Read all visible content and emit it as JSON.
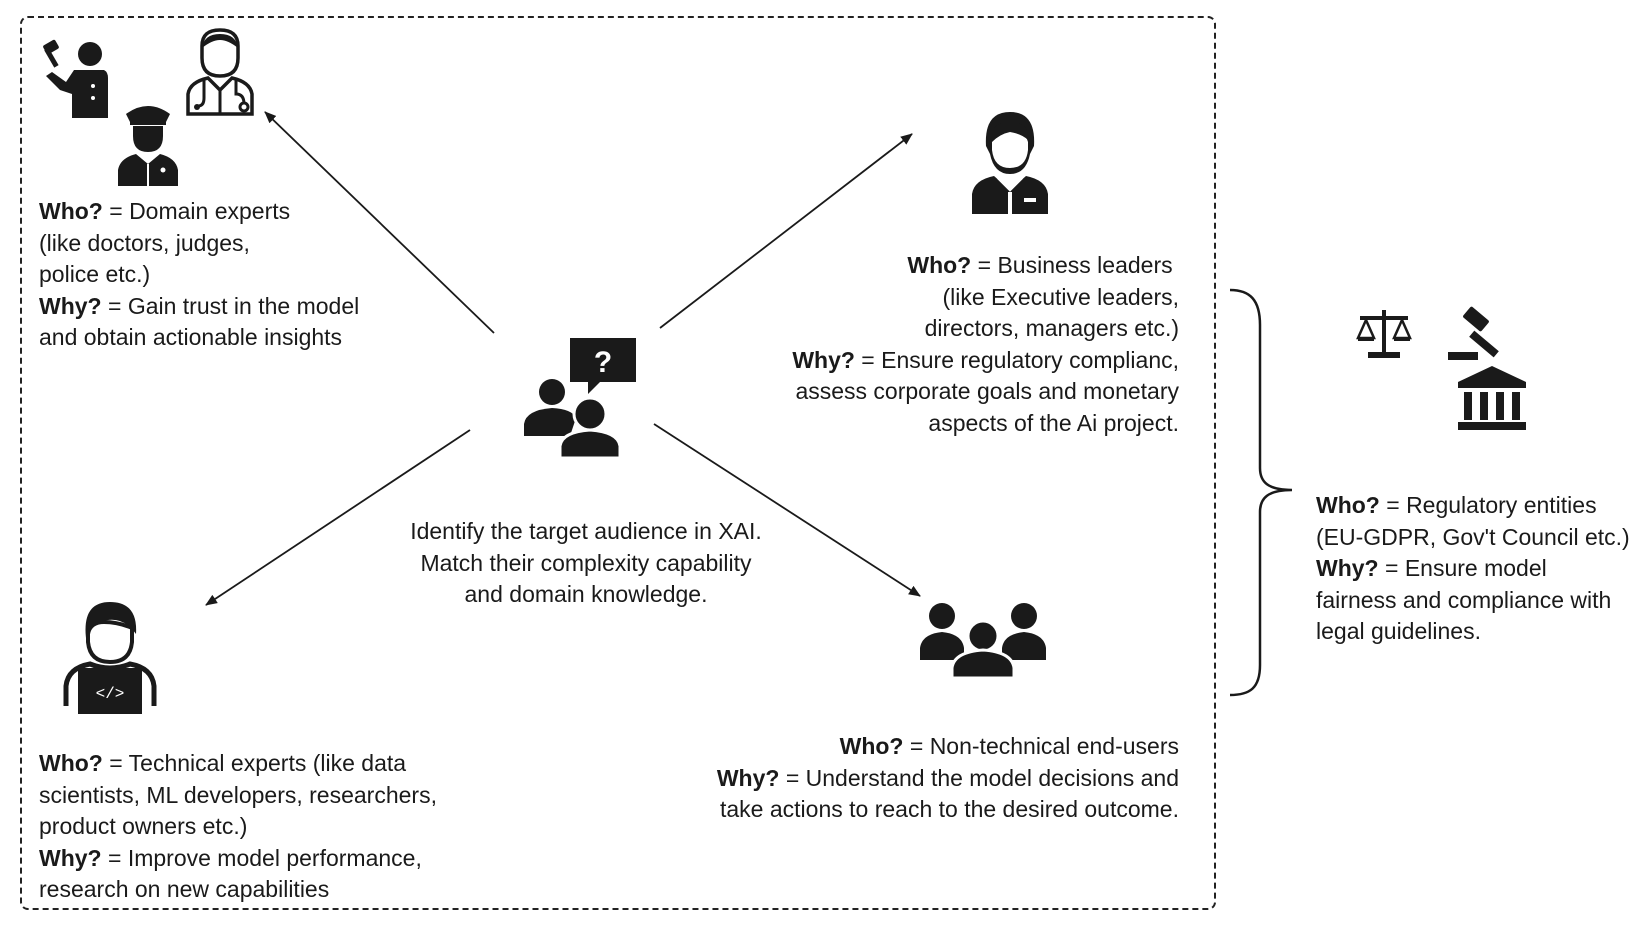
{
  "center": {
    "lines": [
      "Identify the target audience in XAI.",
      "Match their complexity capability",
      "and domain knowledge."
    ]
  },
  "domain_experts": {
    "who_label": "Who?",
    "who_line1": " = Domain experts",
    "who_lines": [
      "(like doctors, judges,",
      "police etc.)"
    ],
    "why_label": "Why?",
    "why_line1": " = Gain trust in the model",
    "why_lines": [
      "and obtain actionable insights"
    ]
  },
  "business_leaders": {
    "who_label": "Who?",
    "who_line1": " = Business leaders ",
    "who_lines": [
      "(like Executive leaders,",
      "directors, managers etc.)"
    ],
    "why_label": "Why?",
    "why_line1": " = Ensure regulatory complianc,",
    "why_lines": [
      "assess corporate goals and monetary",
      "aspects of the Ai project."
    ]
  },
  "technical_experts": {
    "who_label": "Who?",
    "who_line1": " = Technical experts (like data",
    "who_lines": [
      "scientists, ML developers, researchers,",
      "product owners etc.)"
    ],
    "why_label": "Why?",
    "why_line1": " = Improve model performance,",
    "why_lines": [
      "research on new capabilities"
    ]
  },
  "end_users": {
    "who_label": "Who?",
    "who_line1": " = Non-technical end-users",
    "why_label": "Why?",
    "why_line1": " = Understand the model decisions and",
    "why_lines": [
      "take actions to reach to the desired outcome."
    ]
  },
  "regulatory": {
    "who_label": "Who?",
    "who_line1": " = Regulatory entities",
    "who_lines": [
      "(EU-GDPR, Gov't Council etc.)"
    ],
    "why_label": "Why?",
    "why_line1": " = Ensure model",
    "why_lines": [
      "fairness and compliance with",
      "legal guidelines."
    ]
  },
  "icons": {
    "center": "audience-question-icon",
    "domain": [
      "judge-icon",
      "doctor-icon",
      "police-icon"
    ],
    "business": "business-leader-icon",
    "technical": "developer-icon",
    "end_users": "group-icon",
    "regulatory": [
      "scales-icon",
      "gavel-icon",
      "courthouse-icon"
    ]
  },
  "colors": {
    "ink": "#1a1a1a",
    "background": "#ffffff"
  }
}
